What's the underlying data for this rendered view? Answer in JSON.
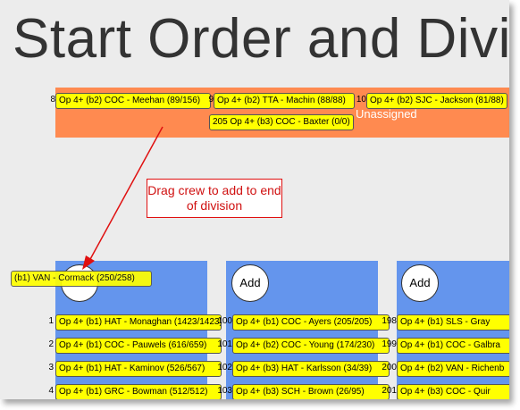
{
  "title": "Start Order and Divi",
  "unassigned": {
    "label": "Unassigned",
    "crews": [
      {
        "num": "8",
        "text": "Op 4+ (b2) COC - Meehan (89/156)"
      },
      {
        "num": "9",
        "text": "Op 4+ (b2) TTA - Machin (88/88)"
      },
      {
        "num": "10",
        "text": "Op 4+ (b2) SJC - Jackson (81/88)"
      },
      {
        "num": "",
        "text": "205 Op 4+ (b3) COC - Baxter (0/0)"
      }
    ]
  },
  "callout": "Drag crew to add to end of division",
  "dragging_crew": "(b1) VAN - Cormack (250/258)",
  "divisions": [
    {
      "add_label": "",
      "crews": [
        {
          "num": "1",
          "text": "Op 4+ (b1) HAT - Monaghan (1423/1423)"
        },
        {
          "num": "2",
          "text": "Op 4+ (b1) COC - Pauwels (616/659)"
        },
        {
          "num": "3",
          "text": "Op 4+ (b1) HAT - Kaminov (526/567)"
        },
        {
          "num": "4",
          "text": "Op 4+ (b1) GRC - Bowman (512/512)"
        }
      ]
    },
    {
      "add_label": "Add",
      "crews": [
        {
          "num": "100",
          "text": "Op 4+ (b1) COC - Ayers (205/205)"
        },
        {
          "num": "101",
          "text": "Op 4+ (b2) COC - Young (174/230)"
        },
        {
          "num": "102",
          "text": "Op 4+ (b3) HAT - Karlsson (34/39)"
        },
        {
          "num": "103",
          "text": "Op 4+ (b3) SCH - Brown (26/95)"
        }
      ]
    },
    {
      "add_label": "Add",
      "crews": [
        {
          "num": "198",
          "text": "Op 4+ (b1) SLS - Gray"
        },
        {
          "num": "199",
          "text": "Op 4+ (b1) COC - Galbra"
        },
        {
          "num": "200",
          "text": "Op 4+ (b2) VAN - Richenb"
        },
        {
          "num": "201",
          "text": "Op 4+ (b3) COC - Quir"
        }
      ]
    }
  ]
}
